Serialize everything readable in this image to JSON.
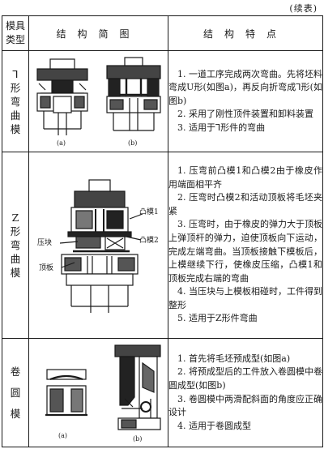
{
  "continued": "(续表)",
  "header": {
    "type": "模具类型",
    "diagram": "结构简图",
    "features": "结构特点"
  },
  "rows": [
    {
      "type": [
        "⅂",
        "形",
        "弯",
        "曲",
        "模"
      ],
      "labels": [
        "(a)",
        "(b)"
      ],
      "features": [
        "1. 一道工序完成两次弯曲。先将坯料弯成U形(如图a)，再反向折弯成⅂形(如图b)",
        "2. 采用了刚性顶件装置和卸料装置",
        "3. 适用于⅂形件的弯曲"
      ]
    },
    {
      "type": [
        "Z",
        "形",
        "弯",
        "曲",
        "模"
      ],
      "labels": [
        "压块",
        "凸模1",
        "凸模2",
        "顶板"
      ],
      "features": [
        "1. 压弯前凸模1和凸模2由于橡皮作用端面相平齐",
        "2. 压弯时凸模2和活动顶板将毛坯夹紧",
        "3. 压弯时，由于橡皮的弹力大于顶板上弹顶杆的弹力，迫使顶板向下运动，完成左端弯曲。当顶板接触下模板后，上模继续下行，使橡皮压缩，凸模1和顶板完成右端的弯曲",
        "4. 当压块与上模板相碰时，工件得到整形",
        "5. 适用于Z形件弯曲"
      ]
    },
    {
      "type": [
        "卷",
        "圆",
        "模"
      ],
      "labels": [
        "(a)",
        "(b)"
      ],
      "features": [
        "1. 首先将毛坯预成型(如图a)",
        "2. 将预成型后的工件放入卷圆模中卷圆成型(如图b)",
        "3. 卷圆模中两滑配斜面的角度应正确设计",
        "4. 适用于卷圆成型"
      ]
    }
  ]
}
